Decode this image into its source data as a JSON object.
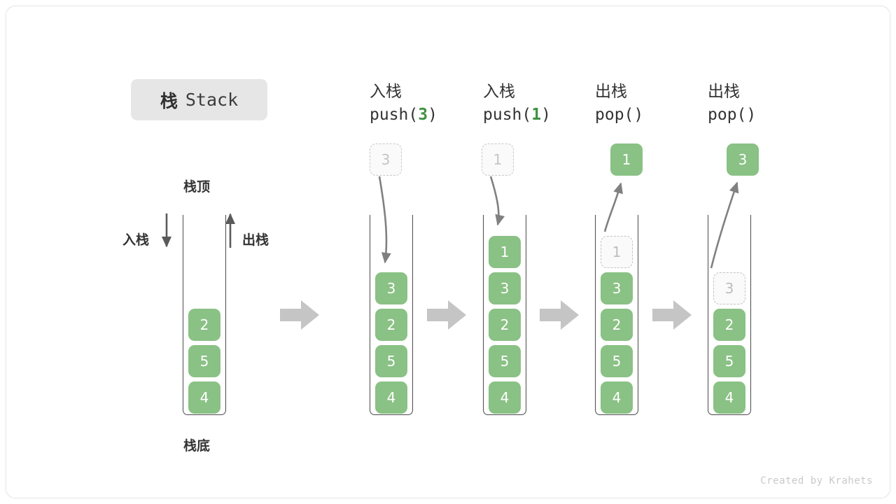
{
  "title": {
    "cn": "栈",
    "en": "Stack"
  },
  "labels": {
    "top": "栈顶",
    "bottom": "栈底",
    "push_side": "入栈",
    "pop_side": "出栈"
  },
  "footer": "Created by Krahets",
  "colors": {
    "element_green": "#8ac185",
    "accent_green": "#3f9142",
    "container_border": "#4a4a4a",
    "ghost_gray": "#c3c3c3",
    "arrow_gray": "#808080",
    "block_arrow_gray": "#c5c5c5",
    "chip_bg": "#e6e6e6",
    "card_bg": "#ffffff"
  },
  "initial_stack": {
    "name": "initial",
    "elements": [
      "2",
      "5",
      "4"
    ]
  },
  "steps": [
    {
      "id": "push-3",
      "op": "push",
      "header_cn": "入栈",
      "header_code_prefix": "push(",
      "header_code_arg": "3",
      "header_code_suffix": ")",
      "incoming_label": "3",
      "incoming_state": "ghost",
      "elements": [
        "3",
        "2",
        "5",
        "4"
      ],
      "ghost_in_stack": null
    },
    {
      "id": "push-1",
      "op": "push",
      "header_cn": "入栈",
      "header_code_prefix": "push(",
      "header_code_arg": "1",
      "header_code_suffix": ")",
      "incoming_label": "1",
      "incoming_state": "ghost",
      "elements": [
        "1",
        "3",
        "2",
        "5",
        "4"
      ],
      "ghost_in_stack": null
    },
    {
      "id": "pop-1",
      "op": "pop",
      "header_cn": "出栈",
      "header_code_prefix": "pop(",
      "header_code_arg": "",
      "header_code_suffix": ")",
      "incoming_label": "1",
      "incoming_state": "filled",
      "elements": [
        "3",
        "2",
        "5",
        "4"
      ],
      "ghost_in_stack": "1"
    },
    {
      "id": "pop-3",
      "op": "pop",
      "header_cn": "出栈",
      "header_code_prefix": "pop(",
      "header_code_arg": "",
      "header_code_suffix": ")",
      "incoming_label": "3",
      "incoming_state": "filled",
      "elements": [
        "2",
        "5",
        "4"
      ],
      "ghost_in_stack": "3"
    }
  ],
  "separators": [
    "block-arrow-right",
    "block-arrow-right",
    "block-arrow-right",
    "block-arrow-right"
  ]
}
